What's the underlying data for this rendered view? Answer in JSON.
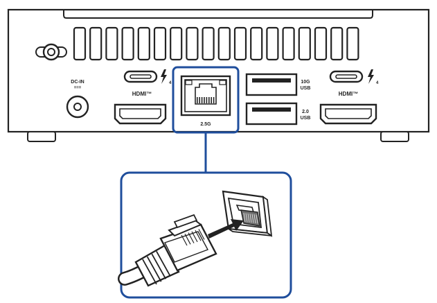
{
  "labels": {
    "dc_in_top": "DC-IN",
    "dc_in_symbol": "===",
    "hdmi_left": "HDMI™",
    "hdmi_right": "HDMI™",
    "lan": "2.5G",
    "usb_top_speed": "10G",
    "usb_top_name": "USB",
    "usb_bottom_speed": "2.0",
    "usb_bottom_name": "USB",
    "thunderbolt_left_suffix": "4",
    "thunderbolt_right_suffix": "4"
  },
  "colors": {
    "highlight": "#1f4e9c",
    "outline": "#222222",
    "port_fill": "#ffffff",
    "arrow": "#222222"
  },
  "icons": {
    "kensington": "kensington-lock-icon",
    "thunderbolt": "lightning-bolt-icon"
  }
}
